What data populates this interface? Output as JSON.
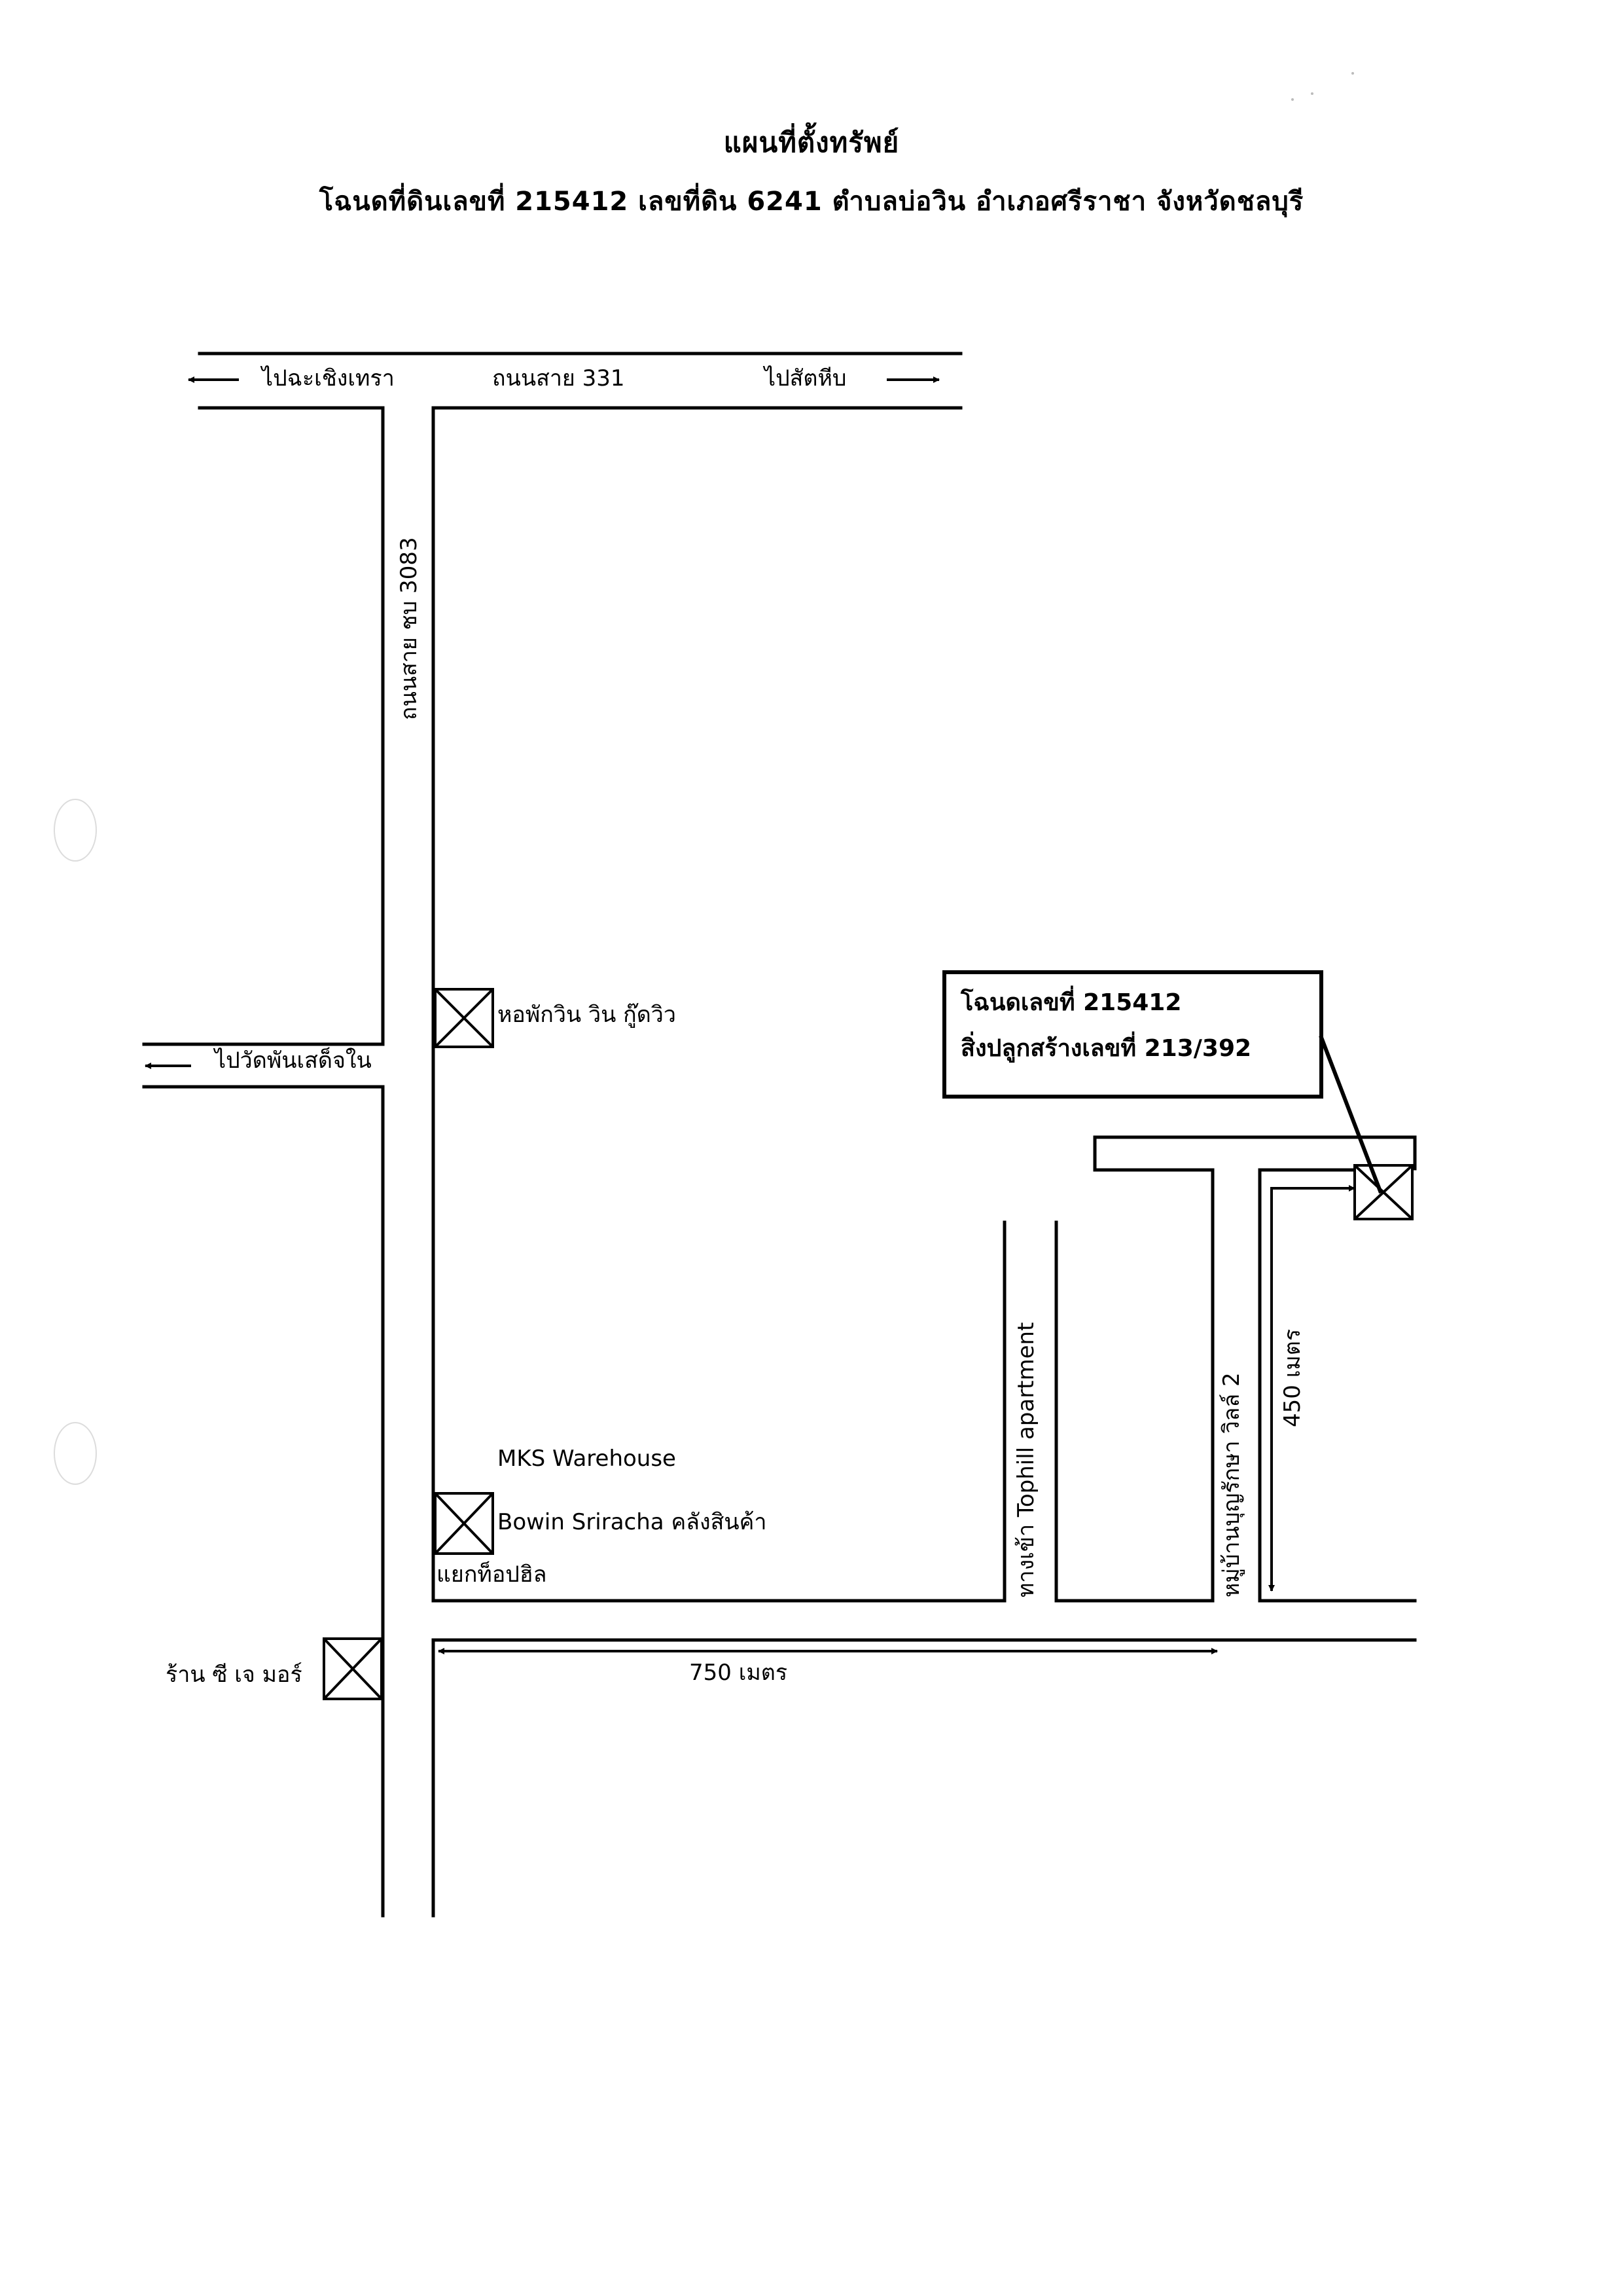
{
  "title": "แผนที่ตั้งทรัพย์",
  "subtitle": "โฉนดที่ดินเลขที่ 215412  เลขที่ดิน 6241  ตำบลบ่อวิน  อำเภอศรีราชา  จังหวัดชลบุรี",
  "roads": {
    "top_road_name": "ถนนสาย 331",
    "top_road_left": "ไปฉะเชิงเทรา",
    "top_road_right": "ไปสัตหีบ",
    "main_road_name": "ถนนสาย ชบ 3083",
    "side_road_left": "ไปวัดพันเสด็จใน",
    "tophill_road": "ทางเข้า Tophill apartment",
    "village_road": "หมู่บ้านบุญรักษา วิลล์ 2"
  },
  "landmarks": {
    "dormitory": "หอพักวิน วิน กู๊ดวิว",
    "warehouse_line1": "MKS Warehouse",
    "warehouse_line2": "Bowin Sriracha  คลังสินค้า",
    "junction": "แยกท็อปฮิล",
    "shop": "ร้าน ซี เจ มอร์"
  },
  "property_box": {
    "line1": "โฉนดเลขที่ 215412",
    "line2": "สิ่งปลูกสร้างเลขที่ 213/392"
  },
  "distances": {
    "horizontal": "750 เมตร",
    "vertical": "450 เมตร"
  },
  "colors": {
    "ink": "#000000",
    "paper": "#ffffff",
    "punch_hole": "#dcdcdc"
  }
}
